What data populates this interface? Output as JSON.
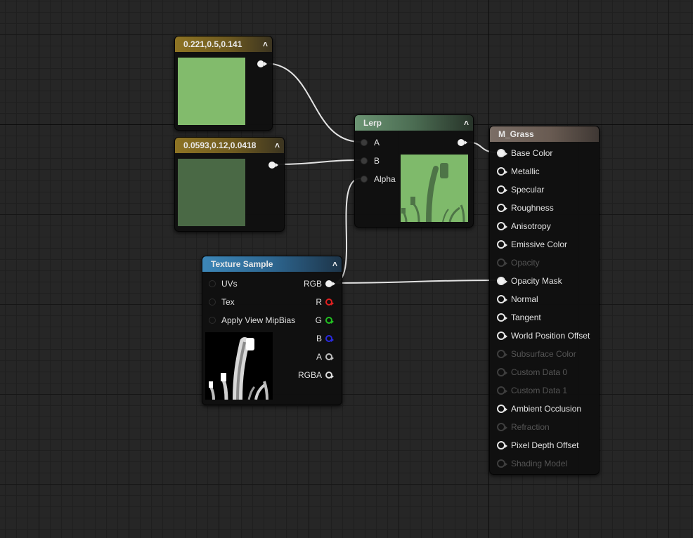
{
  "nodes": {
    "constant_light": {
      "title": "0.221,0.5,0.141",
      "color": "#82bb6c"
    },
    "constant_dark": {
      "title": "0.0593,0.12,0.0418",
      "color": "#4a6945"
    },
    "lerp": {
      "title": "Lerp",
      "inputs": [
        "A",
        "B",
        "Alpha"
      ]
    },
    "texture_sample": {
      "title": "Texture Sample",
      "inputs": [
        "UVs",
        "Tex",
        "Apply View MipBias"
      ],
      "outputs": [
        "RGB",
        "R",
        "G",
        "B",
        "A",
        "RGBA"
      ]
    },
    "material": {
      "title": "M_Grass",
      "pins": [
        {
          "label": "Base Color",
          "enabled": true,
          "connected": true
        },
        {
          "label": "Metallic",
          "enabled": true,
          "connected": false
        },
        {
          "label": "Specular",
          "enabled": true,
          "connected": false
        },
        {
          "label": "Roughness",
          "enabled": true,
          "connected": false
        },
        {
          "label": "Anisotropy",
          "enabled": true,
          "connected": false
        },
        {
          "label": "Emissive Color",
          "enabled": true,
          "connected": false
        },
        {
          "label": "Opacity",
          "enabled": false,
          "connected": false
        },
        {
          "label": "Opacity Mask",
          "enabled": true,
          "connected": true
        },
        {
          "label": "Normal",
          "enabled": true,
          "connected": false
        },
        {
          "label": "Tangent",
          "enabled": true,
          "connected": false
        },
        {
          "label": "World Position Offset",
          "enabled": true,
          "connected": false
        },
        {
          "label": "Subsurface Color",
          "enabled": false,
          "connected": false
        },
        {
          "label": "Custom Data 0",
          "enabled": false,
          "connected": false
        },
        {
          "label": "Custom Data 1",
          "enabled": false,
          "connected": false
        },
        {
          "label": "Ambient Occlusion",
          "enabled": true,
          "connected": false
        },
        {
          "label": "Refraction",
          "enabled": false,
          "connected": false
        },
        {
          "label": "Pixel Depth Offset",
          "enabled": true,
          "connected": false
        },
        {
          "label": "Shading Model",
          "enabled": false,
          "connected": false
        }
      ]
    }
  },
  "colors": {
    "constant_header": "#8e7424",
    "lerp_header": "#6b9473",
    "texture_header": "#3d87b8",
    "material_header": "#7b6e66",
    "pin_r": "#e02020",
    "pin_g": "#22c022",
    "pin_b": "#2a2ae0"
  },
  "icons": {
    "collapse": "chevron-up-icon",
    "output_pin": "filled-circle-arrow",
    "input_pin": "hollow-circle"
  }
}
